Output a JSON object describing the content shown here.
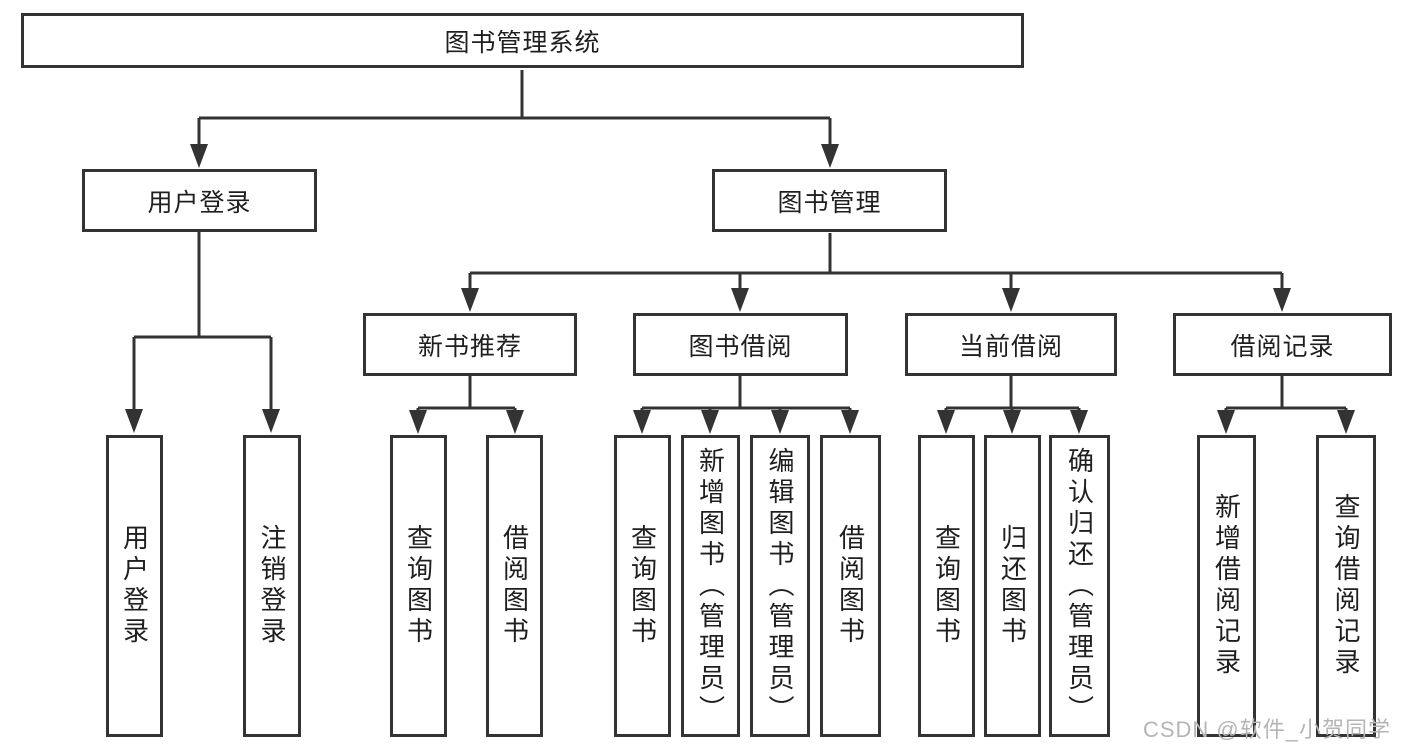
{
  "tree": {
    "root": {
      "label": "图书管理系统"
    },
    "branches": [
      {
        "label": "用户登录",
        "children": [
          {
            "label": "用户登录"
          },
          {
            "label": "注销登录"
          }
        ]
      },
      {
        "label": "图书管理",
        "children": [
          {
            "label": "新书推荐",
            "children": [
              {
                "label": "查询图书"
              },
              {
                "label": "借阅图书"
              }
            ]
          },
          {
            "label": "图书借阅",
            "children": [
              {
                "label": "查询图书"
              },
              {
                "label": "新增图书（管理员）"
              },
              {
                "label": "编辑图书（管理员）"
              },
              {
                "label": "借阅图书"
              }
            ]
          },
          {
            "label": "当前借阅",
            "children": [
              {
                "label": "查询图书"
              },
              {
                "label": "归还图书"
              },
              {
                "label": "确认归还（管理员）"
              }
            ]
          },
          {
            "label": "借阅记录",
            "children": [
              {
                "label": "新增借阅记录"
              },
              {
                "label": "查询借阅记录"
              }
            ]
          }
        ]
      }
    ]
  },
  "watermark": "CSDN @软件_小贺同学",
  "colors": {
    "line": "#333333",
    "text": "#1f1f1f",
    "watermark": "#b5b5b5",
    "background": "#ffffff"
  }
}
